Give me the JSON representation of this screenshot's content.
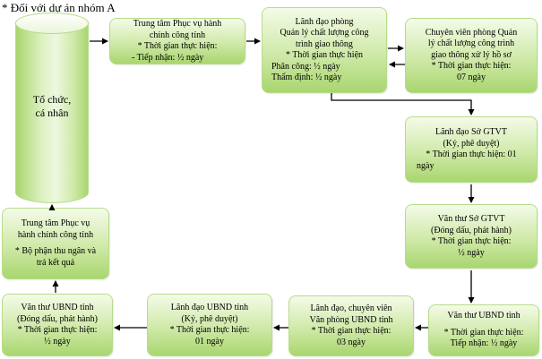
{
  "heading": "* Đối với dự án nhóm A",
  "cylinder": {
    "lines": [
      "Tổ chức,",
      "cá nhân"
    ]
  },
  "boxes": {
    "tt_phuc_vu_top": [
      "Trung tâm Phục vụ hành",
      "chính công tỉnh",
      "* Thời gian thực hiện:",
      "",
      "- Tiếp nhận: ½ ngày"
    ],
    "lanh_dao_phong": [
      "Lãnh đạo phòng",
      "Quản lý chất lượng công",
      "trình giao thông",
      "* Thời gian thực hiện",
      "Phân công: ½ ngày",
      "Thẩm định: ½ ngày"
    ],
    "chuyen_vien": [
      "Chuyên viên phòng Quản",
      "lý chất lượng công trình",
      "giao thông xử lý hồ sơ",
      "* Thời gian thực hiện:",
      "07 ngày"
    ],
    "lanh_dao_so": [
      "Lãnh đạo Sở GTVT",
      "(Ký, phê duyệt)",
      "* Thời gian thực hiện: 01",
      "ngày"
    ],
    "van_thu_so": [
      "Văn thư Sở GTVT",
      "(Đóng dấu, phát hành)",
      "* Thời gian thực hiện:",
      "½ ngày"
    ],
    "van_thu_ubnd_right": [
      "Văn thư UBND tỉnh",
      "",
      "* Thời gian thực hiện:",
      "Tiếp nhận: ½ ngày"
    ],
    "lanh_dao_cv_vp": [
      "Lãnh đạo, chuyên viên",
      "Văn phòng UBND tỉnh",
      "* Thời gian thực hiện:",
      "03 ngày"
    ],
    "lanh_dao_ubnd": [
      "Lãnh đạo UBND tỉnh",
      "(Ký, phê duyệt)",
      "* Thời gian thực hiện:",
      "01 ngày"
    ],
    "van_thu_ubnd_left": [
      "Văn thư UBND tỉnh",
      "(Đóng dấu, phát hành)",
      "* Thời gian thực hiện:",
      "½ ngày"
    ],
    "tt_phuc_vu_bottom": [
      "Trung tâm Phục vụ",
      "hành chính công tỉnh",
      "",
      "* Bộ phận thu ngân và",
      "trả kết quả"
    ]
  }
}
